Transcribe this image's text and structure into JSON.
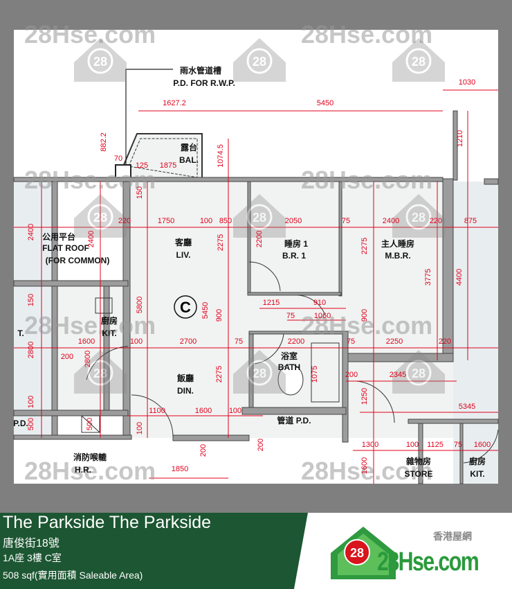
{
  "plan": {
    "unit_mark": "C",
    "rooms": {
      "pd_rwp_cn": "雨水管道槽",
      "pd_rwp_en": "P.D. FOR R.W.P.",
      "bal_cn": "露台",
      "bal_en": "BAL.",
      "flat_roof_cn": "公用平台",
      "flat_roof_en": "FLAT ROOF",
      "flat_roof_en2": "(FOR COMMON)",
      "liv_cn": "客廳",
      "liv_en": "LIV.",
      "br1_cn": "睡房 1",
      "br1_en": "B.R. 1",
      "mbr_cn": "主人睡房",
      "mbr_en": "M.B.R.",
      "kit_cn": "廚房",
      "kit_en": "KIT.",
      "din_cn": "飯廳",
      "din_en": "DIN.",
      "bath_cn": "浴室",
      "bath_en": "BATH",
      "pd_cn": "管道 P.D.",
      "pd_left": "P.D.",
      "hr_cn": "消防喉轆",
      "hr_en": "H.R.",
      "store_cn": "雜物房",
      "store_en": "STORE",
      "kit2_cn": "廚房",
      "kit2_en": "KIT.",
      "kit_left_en": "T."
    },
    "dims": [
      "1627.2",
      "5450",
      "1030",
      "882.2",
      "70",
      "125",
      "1875",
      "1074.5",
      "1210",
      "150",
      "220",
      "1750",
      "100",
      "850",
      "2050",
      "75",
      "2400",
      "220",
      "875",
      "2400",
      "2400",
      "2275",
      "2200",
      "2275",
      "3775",
      "4400",
      "1215",
      "910",
      "75",
      "1060",
      "150",
      "5800",
      "5450",
      "900",
      "900",
      "1600",
      "100",
      "2700",
      "75",
      "2200",
      "75",
      "2250",
      "220",
      "200",
      "2800",
      "2800",
      "2275",
      "2345",
      "200",
      "1075",
      "1250",
      "5345",
      "1100",
      "1600",
      "100",
      "100",
      "500",
      "500",
      "100",
      "1300",
      "100",
      "1125",
      "75",
      "1600",
      "200",
      "200",
      "1850",
      "1600"
    ]
  },
  "watermark": {
    "text": "28Hse.com",
    "badge": "28"
  },
  "caption": {
    "title": "The Parkside The Parkside",
    "street": "唐俊街18號",
    "unit": "1A座 3樓 C室",
    "area": "508 sqf(實用面積 Saleable Area)"
  },
  "logo": {
    "badge": "28",
    "text": "28Hse.com",
    "chinese": "香港屋網"
  },
  "colors": {
    "caption_bg": "#1c5632",
    "dimension": "#e0001b",
    "logo_green": "#2a9a3c",
    "logo_red": "#d8141c"
  }
}
